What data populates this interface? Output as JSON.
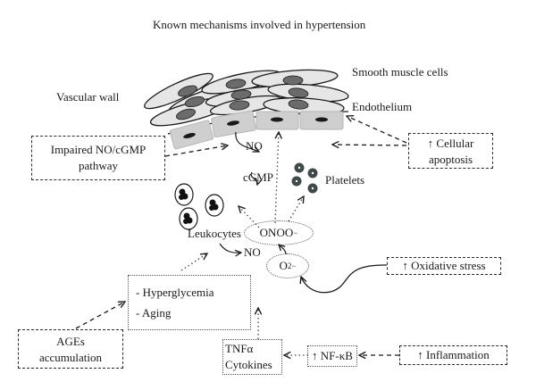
{
  "title": "Known mechanisms involved in hypertension",
  "labels": {
    "vascular_wall": "Vascular wall",
    "smooth_muscle_cells": "Smooth muscle cells",
    "endothelium": "Endothelium",
    "no_top": "NO",
    "cgmp": "cGMP",
    "platelets": "Platelets",
    "leukocytes": "Leukocytes",
    "no_bottom": "NO",
    "onoo": "ONOO",
    "onoo_sup": "−",
    "o2": "O",
    "o2_sub": "2",
    "o2_sup": "−"
  },
  "boxes": {
    "impaired_no": [
      "Impaired NO/cGMP",
      "pathway"
    ],
    "cellular_apoptosis": [
      "↑ Cellular",
      "apoptosis"
    ],
    "oxidative_stress": "↑ Oxidative stress",
    "risk_factors": [
      "- Hyperglycemia",
      "- Aging"
    ],
    "ages": [
      "AGEs",
      "accumulation"
    ],
    "tnf": [
      "TNFα",
      "Cytokines"
    ],
    "nfkb": "↑ NF-κB",
    "inflammation": "↑ Inflammation"
  },
  "colors": {
    "cell_fill": "#e6e6e6",
    "endothelial_fill": "#cfcfcf",
    "nucleus": "#6b6b6b",
    "platelet": "#3f4a4a",
    "line": "#1a1a1a"
  }
}
